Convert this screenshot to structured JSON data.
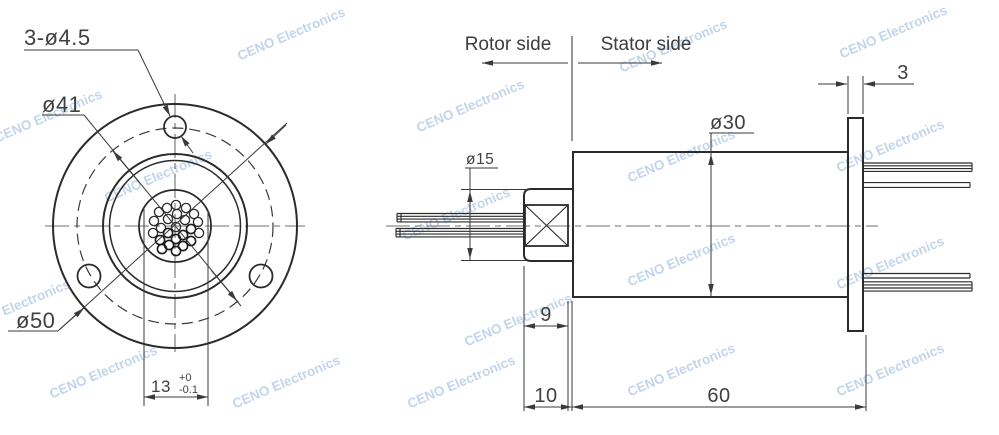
{
  "watermark": {
    "text": "CENO Electronics",
    "color": "#9fbcdf"
  },
  "front_view": {
    "labels": {
      "bolt_holes": "3-ø4.5",
      "bolt_circle_dia": "ø41",
      "outer_dia": "ø50",
      "key_width": "13",
      "key_tol_upper": "+0",
      "key_tol_lower": "-0.1"
    }
  },
  "side_view": {
    "labels": {
      "rotor_side": "Rotor side",
      "stator_side": "Stator side",
      "rotor_cap_dia": "ø15",
      "body_dia": "ø30",
      "flange_thickness": "3",
      "bearing_length": "9",
      "rotor_length": "10",
      "body_length": "60"
    }
  },
  "colors": {
    "outline": "#2b2b2b",
    "dimension": "#3a3a3a",
    "centerline": "#6f6f6f",
    "text": "#3f3f3f",
    "watermark": "#9fbcdf",
    "background": "#ffffff"
  }
}
